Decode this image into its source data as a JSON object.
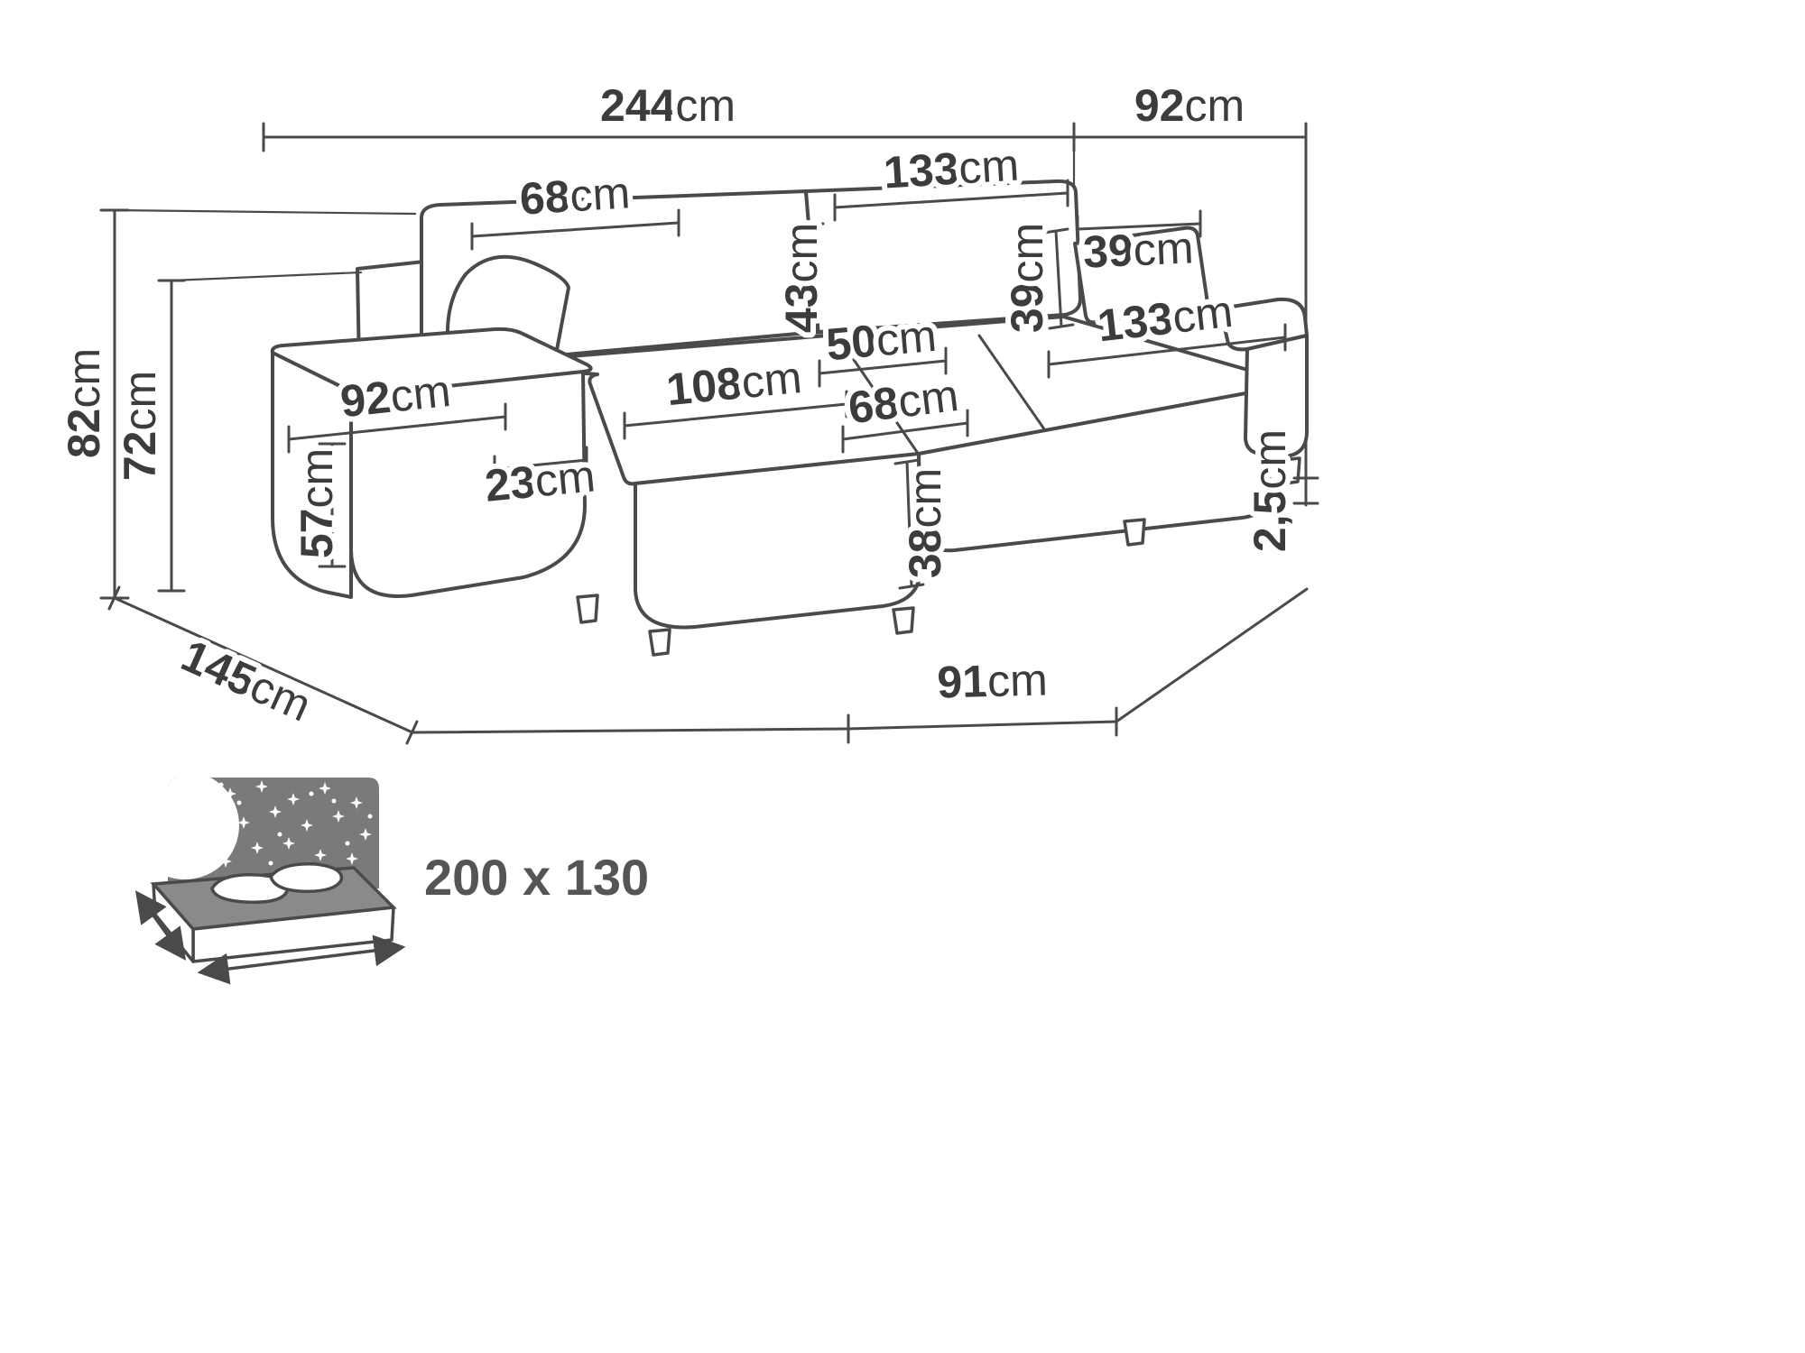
{
  "colors": {
    "line": "#4a4a4a",
    "dim_text": "#3c3c3c",
    "headboard_fill": "#7a7a7a",
    "mattress_top_fill": "#8a8a8a",
    "size_text": "#555555"
  },
  "dims": {
    "length_total": {
      "num": "244",
      "unit": "cm"
    },
    "depth_total": {
      "num": "92",
      "unit": "cm"
    },
    "height_total": {
      "num": "82",
      "unit": "cm"
    },
    "height_seat_back": {
      "num": "72",
      "unit": "cm"
    },
    "chaise_depth": {
      "num": "145",
      "unit": "cm"
    },
    "depth_front": {
      "num": "91",
      "unit": "cm"
    },
    "backrest_left_width": {
      "num": "68",
      "unit": "cm"
    },
    "backrest_right_width": {
      "num": "133",
      "unit": "cm"
    },
    "backrest_height": {
      "num": "43",
      "unit": "cm"
    },
    "pillow_height": {
      "num": "39",
      "unit": "cm"
    },
    "pillow_width": {
      "num": "39",
      "unit": "cm"
    },
    "seat_back_depth": {
      "num": "50",
      "unit": "cm"
    },
    "seat_right_width": {
      "num": "133",
      "unit": "cm"
    },
    "chaise_width": {
      "num": "92",
      "unit": "cm"
    },
    "chaise_seat_length": {
      "num": "108",
      "unit": "cm"
    },
    "seat_middle_width": {
      "num": "68",
      "unit": "cm"
    },
    "armrest_height": {
      "num": "57",
      "unit": "cm"
    },
    "armrest_width": {
      "num": "23",
      "unit": "cm"
    },
    "seat_height": {
      "num": "38",
      "unit": "cm"
    },
    "clearance": {
      "num": "2,5",
      "unit": "cm"
    }
  },
  "sleeping_area": {
    "size": "200 x 130",
    "icon": "bed-with-stars-icon"
  }
}
